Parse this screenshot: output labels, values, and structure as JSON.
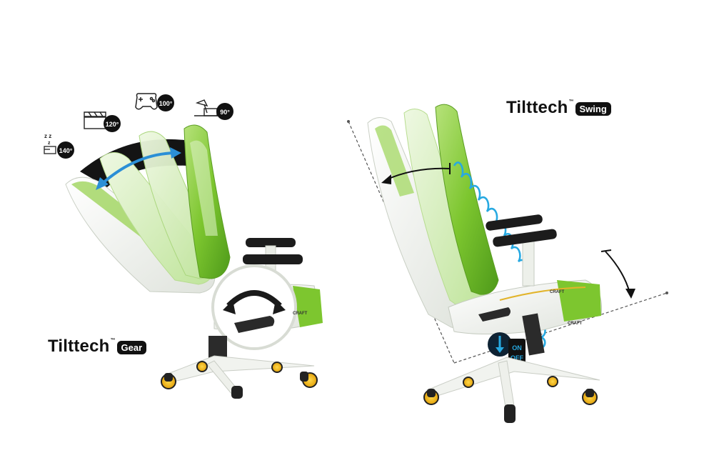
{
  "left_panel": {
    "brand_name": "Tilttech",
    "brand_tm": "™",
    "brand_variant": "Gear",
    "angle_badges": [
      {
        "icon": "sleep-icon",
        "label": "140°"
      },
      {
        "icon": "clapperboard-icon",
        "label": "120°"
      },
      {
        "icon": "gamepad-icon",
        "label": "100°"
      },
      {
        "icon": "desk-lamp-icon",
        "label": "90°"
      }
    ],
    "chair_logo_line1": "CRAFT"
  },
  "right_panel": {
    "brand_name": "Tilttech",
    "brand_tm": "™",
    "brand_variant": "Swing",
    "switch_on": "ON",
    "switch_off": "OFF",
    "chair_logo_line1": "CRAFT",
    "chair_logo_line2": "CRAFT"
  },
  "colors": {
    "chair_green": "#7dc62f",
    "chair_white": "#f4f6f2",
    "arrow_blue": "#2b8fd6",
    "spring_blue": "#27a9e1",
    "caster_yellow": "#f2b619",
    "badge_black": "#111111"
  }
}
